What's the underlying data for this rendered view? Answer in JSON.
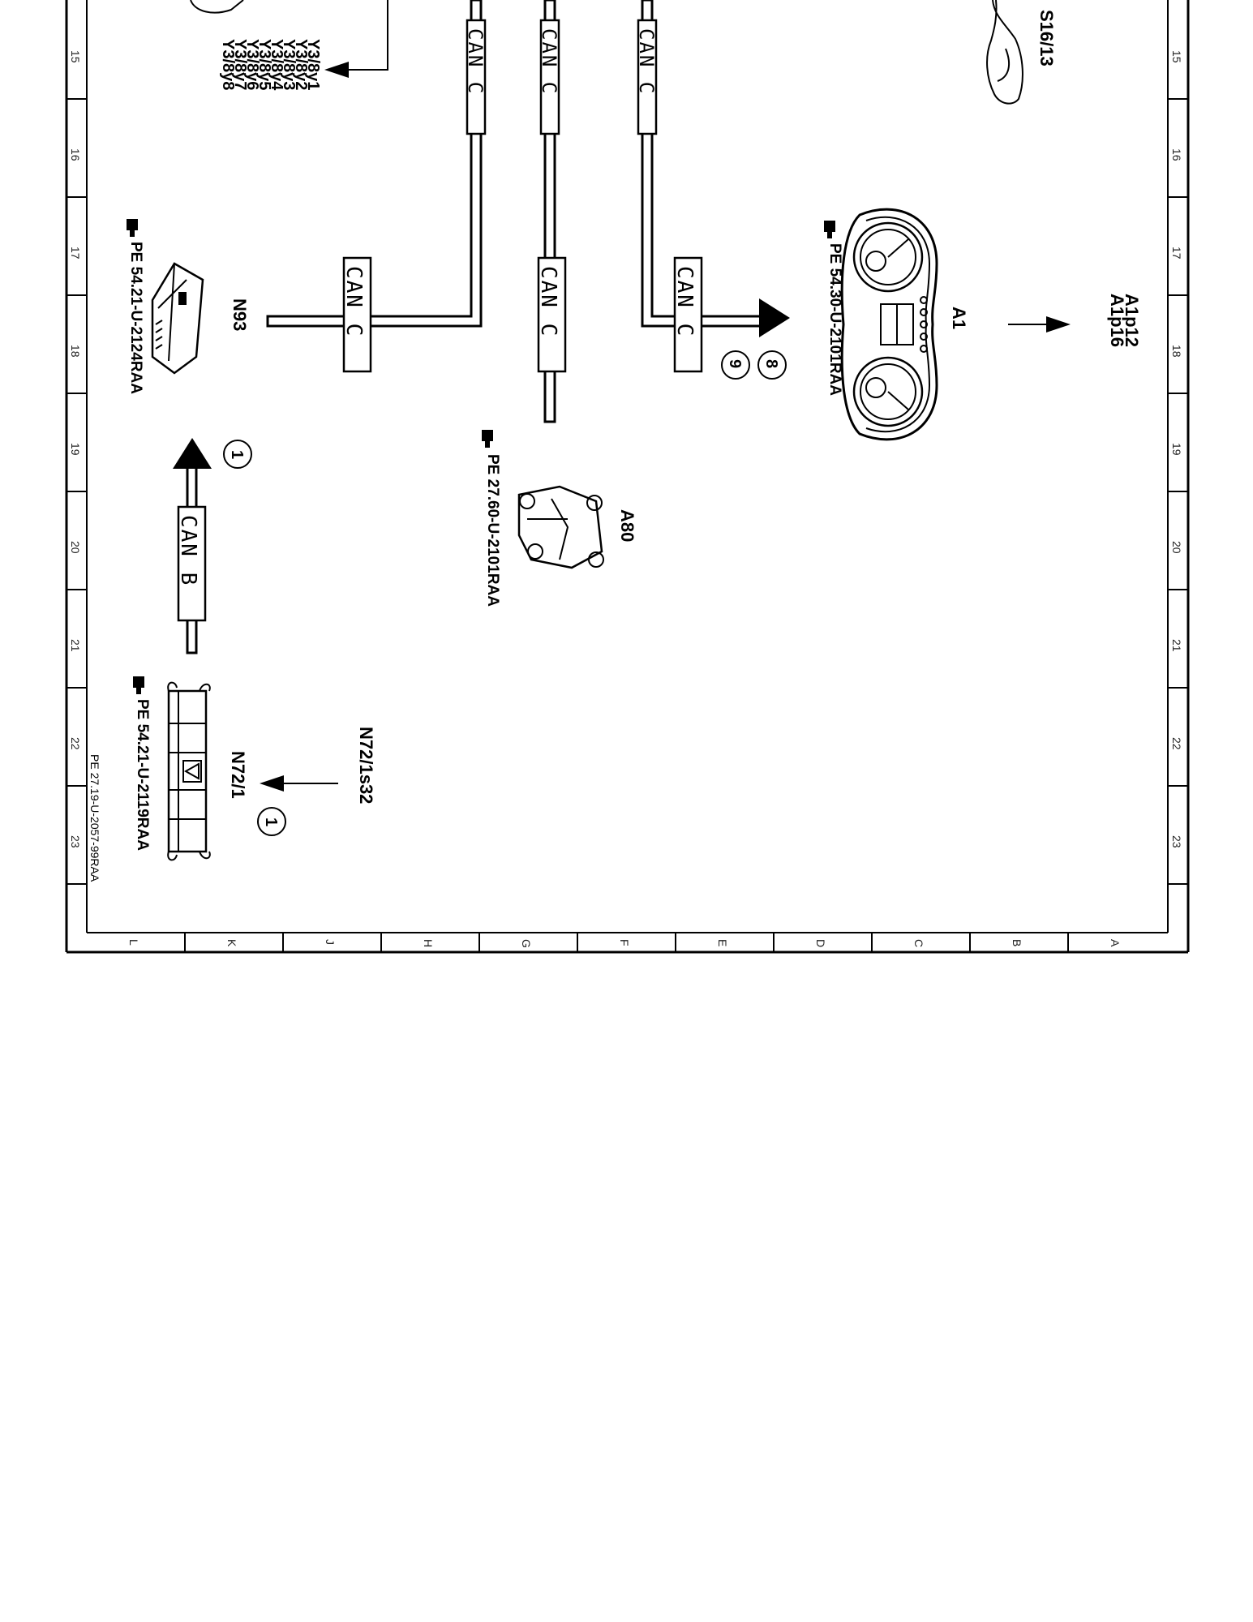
{
  "diagram": {
    "ruler_numbers": [
      "15",
      "16",
      "17",
      "18",
      "19",
      "20",
      "21",
      "22",
      "23"
    ],
    "ruler_letters": [
      "L",
      "K",
      "J",
      "H",
      "G",
      "F",
      "E",
      "D",
      "C",
      "B",
      "A"
    ],
    "doc_id": "PE 27.19-U-2057-99RAA",
    "can_c_label": "CAN C",
    "can_b_label": "CAN B",
    "y3_list": [
      "Y3/8y1",
      "Y3/8y2",
      "Y3/8y3",
      "Y3/8y4",
      "Y3/8y5",
      "Y3/8y6",
      "Y3/8y7",
      "Y3/8y8"
    ],
    "components": {
      "s16": {
        "name": "S16/13"
      },
      "a1": {
        "name": "A1",
        "ref": "PE 54.30-U-2101RAA",
        "signals": [
          "A1p12",
          "A1p16"
        ]
      },
      "n93": {
        "name": "N93",
        "ref": "PE 54.21-U-2124RAA"
      },
      "a80": {
        "name": "A80",
        "ref": "PE 27.60-U-2101RAA"
      },
      "n72": {
        "name": "N72/1",
        "ref": "PE 54.21-U-2119RAA",
        "signal": "N72/1s32"
      }
    },
    "markers": {
      "m8": "8",
      "m9": "9",
      "m1a": "1",
      "m1b": "1"
    },
    "ref_icon": "pointing-hand-icon"
  }
}
